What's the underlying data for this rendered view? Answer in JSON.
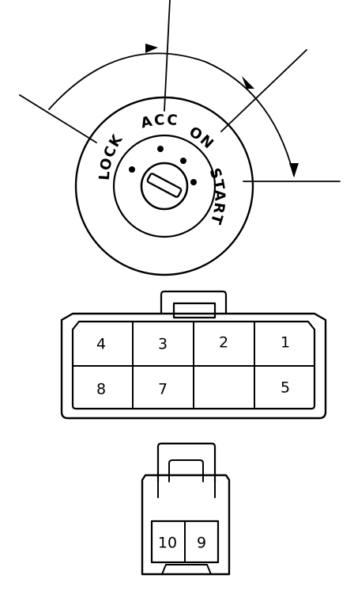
{
  "switch": {
    "positions": [
      "LOCK",
      "ACC",
      "ON",
      "START"
    ]
  },
  "main_connector": {
    "top_row": [
      "4",
      "3",
      "2",
      "1"
    ],
    "bottom_row": [
      "8",
      "7",
      "",
      "5"
    ]
  },
  "small_connector": {
    "pins": [
      "10",
      "9"
    ]
  }
}
